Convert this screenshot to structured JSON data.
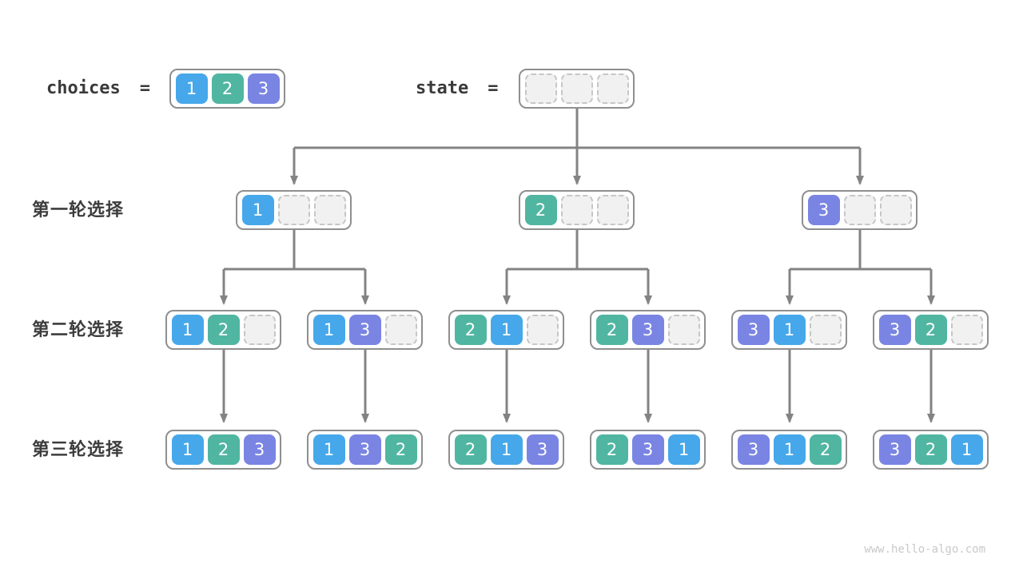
{
  "header": {
    "choices_label": "choices",
    "equals": "=",
    "state_label": "state",
    "choices_values": [
      "1",
      "2",
      "3"
    ],
    "state_values": [
      "",
      "",
      ""
    ]
  },
  "rows": [
    {
      "label": "第一轮选择",
      "nodes": [
        [
          "1",
          "",
          ""
        ],
        [
          "2",
          "",
          ""
        ],
        [
          "3",
          "",
          ""
        ]
      ]
    },
    {
      "label": "第二轮选择",
      "nodes": [
        [
          "1",
          "2",
          ""
        ],
        [
          "1",
          "3",
          ""
        ],
        [
          "2",
          "1",
          ""
        ],
        [
          "2",
          "3",
          ""
        ],
        [
          "3",
          "1",
          ""
        ],
        [
          "3",
          "2",
          ""
        ]
      ]
    },
    {
      "label": "第三轮选择",
      "nodes": [
        [
          "1",
          "2",
          "3"
        ],
        [
          "1",
          "3",
          "2"
        ],
        [
          "2",
          "1",
          "3"
        ],
        [
          "2",
          "3",
          "1"
        ],
        [
          "3",
          "1",
          "2"
        ],
        [
          "3",
          "2",
          "1"
        ]
      ]
    }
  ],
  "colors": {
    "cell_1": "#46a8ea",
    "cell_2": "#50b6a2",
    "cell_3": "#7a85e3",
    "empty_fill": "#f1f1f1",
    "empty_border": "#c6c6c6",
    "box_border": "#8f8f8f",
    "arrow": "#838383",
    "text": "#3d3d3d",
    "watermark": "#c9c9c9"
  },
  "watermark": "www.hello-algo.com"
}
